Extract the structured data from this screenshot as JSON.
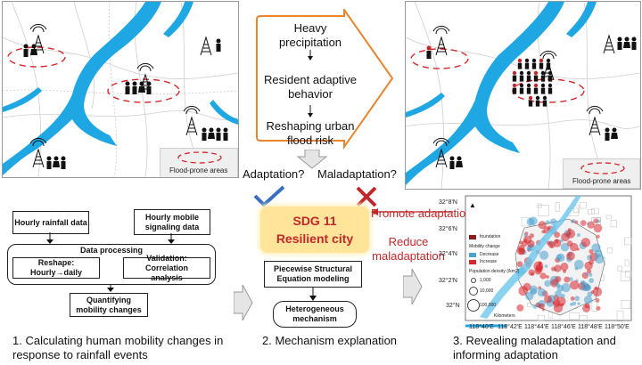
{
  "top_left_map": {
    "legend_label": "Flood-prone areas"
  },
  "top_right_map": {
    "legend_label": "Flood-prone areas"
  },
  "center_flow": {
    "step1": "Heavy precipitation",
    "step2": "Resident adaptive behavior",
    "step3": "Reshaping urban flood risk"
  },
  "questions": {
    "adaptation": "Adaptation?",
    "maladaptation": "Maladaptation?"
  },
  "sdg": {
    "line1": "SDG 11",
    "line2": "Resilient city"
  },
  "red_labels": {
    "promote": "Promote adaptation",
    "reduce": "Reduce maladaptation"
  },
  "left_flow": {
    "rainfall": "Hourly rainfall data",
    "mobile": "Hourly mobile signaling data",
    "processing": "Data processing",
    "reshape": "Reshape: Hourly→daily",
    "validation": "Validation: Correlation analysis",
    "quantifying": "Quantifying mobility changes"
  },
  "middle_flow": {
    "pse": "Piecewise Structural Equation modeling",
    "hetero": "Heterogeneous mechanism"
  },
  "captions": {
    "c1": "1. Calculating human mobility changes in response to rainfall events",
    "c2": "2. Mechanism explanation",
    "c3": "3. Revealing maladaptation and informing adaptation"
  },
  "result_map": {
    "lat_ticks": [
      "32°8'N",
      "32°6'N",
      "32°4'N",
      "32°2'N",
      "32°N"
    ],
    "lon_ticks": [
      "118°40'E",
      "118°42'E",
      "118°44'E",
      "118°46'E",
      "118°48'E",
      "118°50'E"
    ],
    "legend": {
      "foundation": "foundation",
      "mobility_change": "Mobility change",
      "decrease": "Decrease",
      "increase": "Increase",
      "density_title": "Population density (/km2)",
      "sizes": [
        "1,000",
        "10,000",
        "100,000"
      ],
      "scale": "Kilometers"
    },
    "colors": {
      "decrease": "#4aa3cf",
      "increase": "#d9262b"
    }
  },
  "colors": {
    "river": "#1ea7e2",
    "red_accent": "#c0282a",
    "sdg_fill": "#ffe49a",
    "flow_border": "#e8852e",
    "check": "#3a6fc0"
  }
}
